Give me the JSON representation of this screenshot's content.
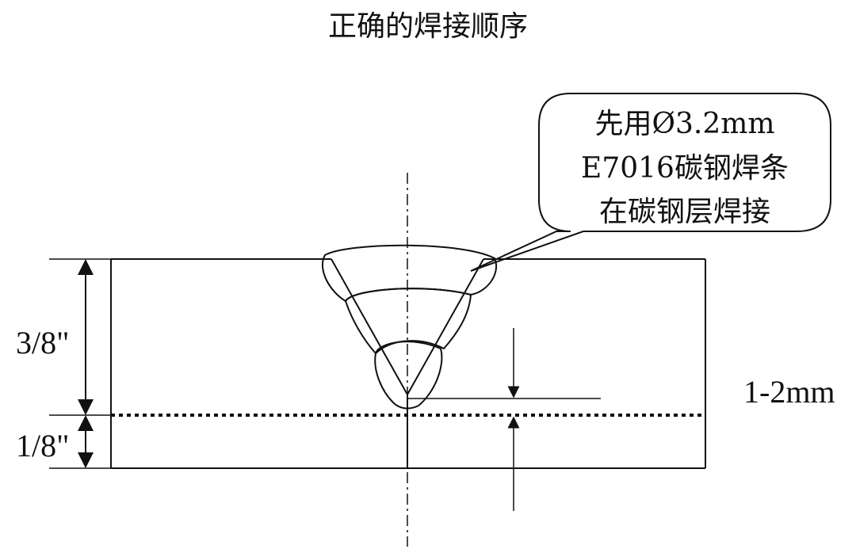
{
  "diagram": {
    "title": "正确的焊接顺序",
    "callout": {
      "lines": [
        "先用Ø3.2mm",
        "E7016碳钢焊条",
        "在碳钢层焊接"
      ]
    },
    "dimensions": {
      "top_layer": "3/8\"",
      "bottom_layer": "1/8\"",
      "root_gap": "1-2mm"
    }
  }
}
